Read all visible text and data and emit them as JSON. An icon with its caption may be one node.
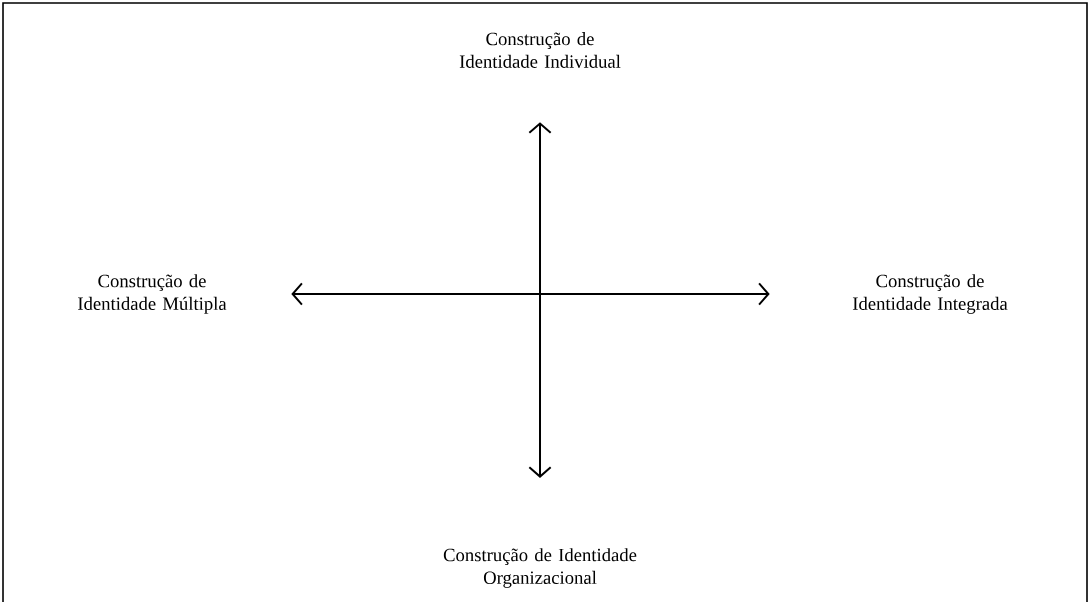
{
  "diagram": {
    "nodes": [
      {
        "text": [
          "Construção de Identidade Individual"
        ]
      },
      {
        "text": [
          "Construção de Identidade Múltipla"
        ]
      },
      {
        "text": [
          "Construção de Identidade Integrada"
        ]
      },
      {
        "text": [
          "Construção de Identidade Organizacional"
        ]
      }
    ],
    "edges": [
      {
        "from": 0,
        "to": 3,
        "arrow": "both"
      },
      {
        "from": 1,
        "to": 2,
        "arrow": "both"
      }
    ]
  }
}
